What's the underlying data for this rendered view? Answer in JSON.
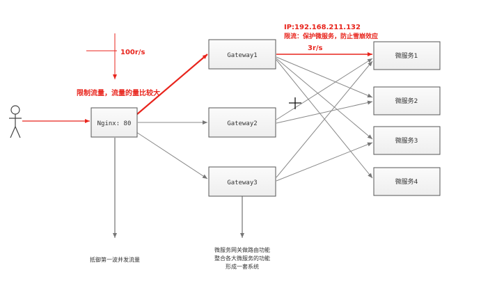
{
  "nodes": {
    "nginx": "Nginx: 80",
    "gateway1": "Gateway1",
    "gateway2": "Gateway2",
    "gateway3": "Gateway3",
    "service1": "微服务1",
    "service2": "微服务2",
    "service3": "微服务3",
    "service4": "微服务4"
  },
  "annotations": {
    "rate_in": "100r/s",
    "nginx_limit": "限制流量，流量的量比较大",
    "ip": "IP:192.168.211.132",
    "gateway_limit": "限流：保护微服务，防止雪崩效应",
    "rate_out": "3r/s"
  },
  "notes": {
    "nginx_note": "抵御第一波并发流量",
    "gateway_note_line1": "微服务网关做路由功能",
    "gateway_note_line2": "整合各大微服务的功能",
    "gateway_note_line3": "形成一套系统"
  },
  "colors": {
    "highlight": "#e8241c",
    "connector": "#888888",
    "box_fill": "#f4f4f4",
    "box_stroke": "#555555"
  }
}
